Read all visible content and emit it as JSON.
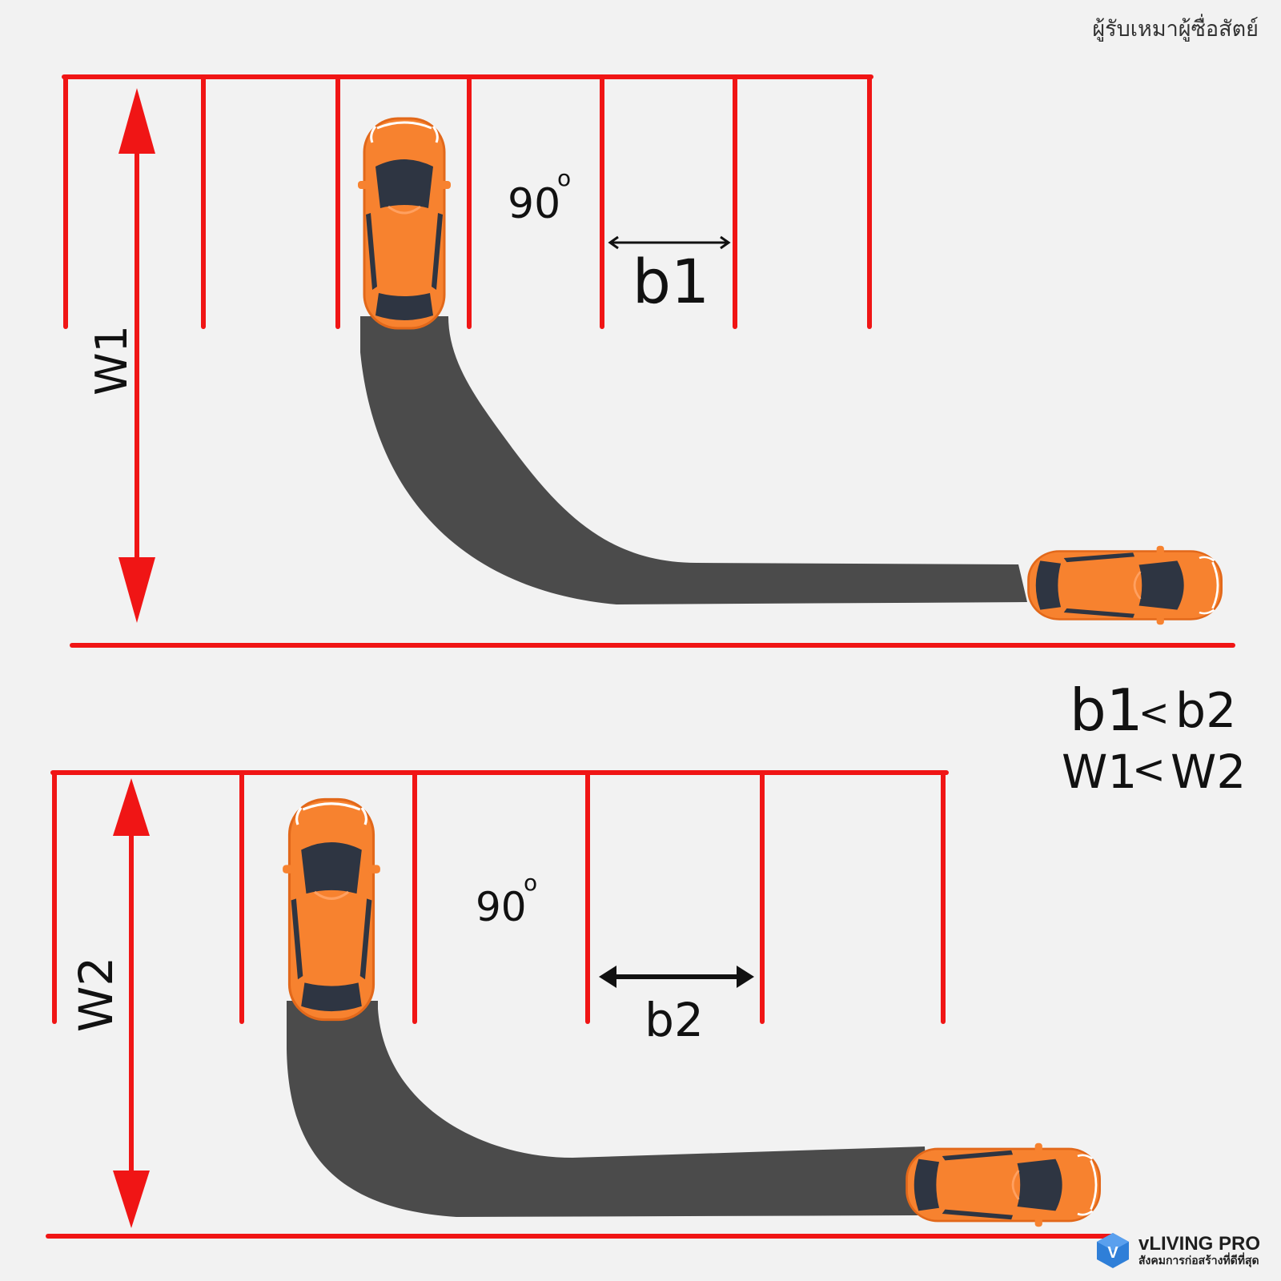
{
  "credit": "ผู้รับเหมาผู้ซื่อสัตย์",
  "top_diagram": {
    "angle_label": "90",
    "degree_symbol": "o",
    "stall_width_label": "b1",
    "aisle_width_label": "W1"
  },
  "bottom_diagram": {
    "angle_label": "90",
    "degree_symbol": "o",
    "stall_width_label": "b2",
    "aisle_width_label": "W2"
  },
  "comparison": {
    "line1_left": "b1",
    "line1_op": "<",
    "line1_right": "b2",
    "line2_left": "W1",
    "line2_op": "<",
    "line2_right": "W2"
  },
  "brand": {
    "logo_letter": "V",
    "name": "vLIVING PRO",
    "tagline": "สังคมการก่อสร้างที่ดีที่สุด"
  },
  "colors": {
    "line_red": "#f01515",
    "car_orange": "#f7822f",
    "car_window": "#2e3542",
    "path_gray": "#4b4b4b",
    "background": "#f2f2f2",
    "logo_blue": "#2f7fd8"
  }
}
